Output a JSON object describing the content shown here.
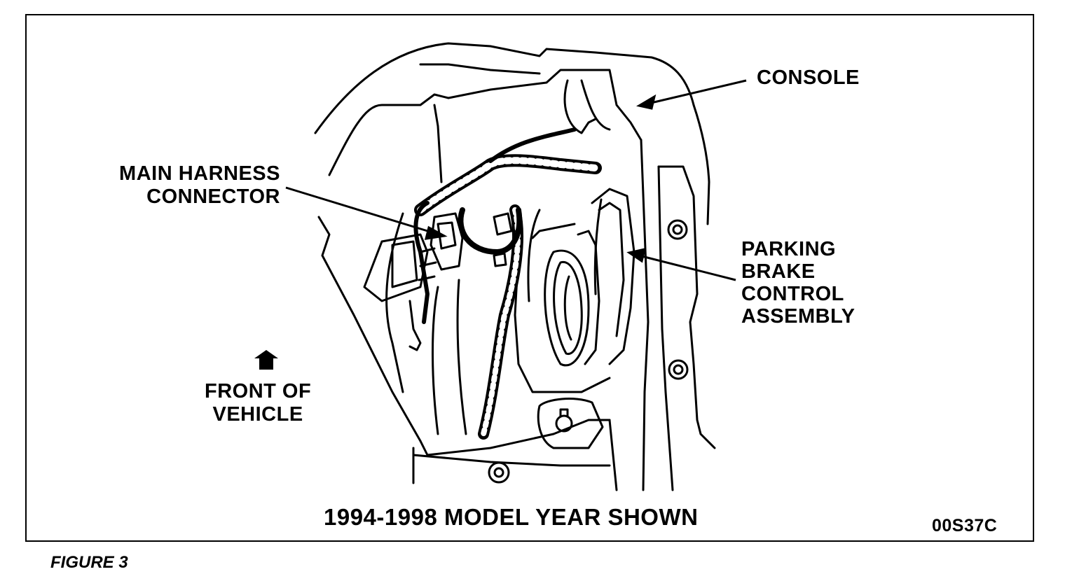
{
  "figure": {
    "caption": "FIGURE 3",
    "code": "00S37C",
    "model_note": "1994-1998 MODEL YEAR SHOWN"
  },
  "callouts": {
    "console": "CONSOLE",
    "main_harness": [
      "MAIN HARNESS",
      "CONNECTOR"
    ],
    "parking_brake": [
      "PARKING",
      "BRAKE",
      "CONTROL",
      "ASSEMBLY"
    ],
    "front_of_vehicle": [
      "FRONT OF",
      "VEHICLE"
    ]
  },
  "icons": {
    "direction": "front-arrow-icon"
  }
}
